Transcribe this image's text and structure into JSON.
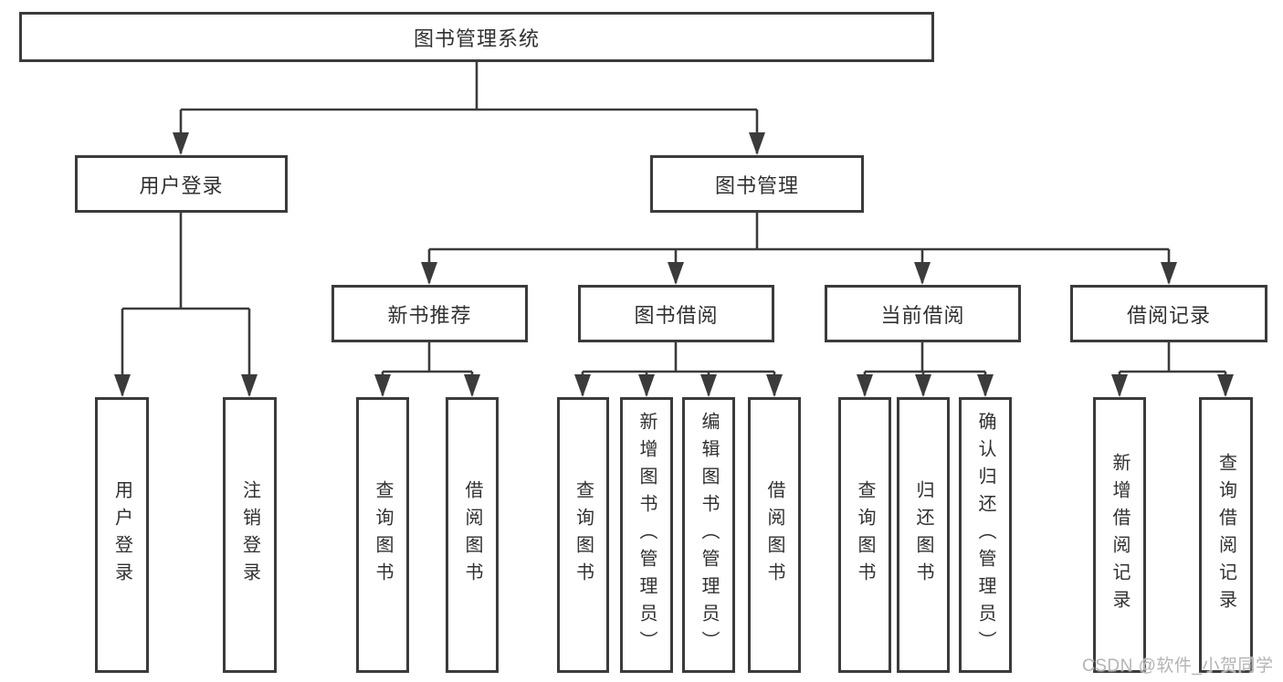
{
  "diagram": {
    "nodes": {
      "root": "图书管理系统",
      "user_login": "用户登录",
      "book_mgmt": "图书管理",
      "new_book_rec": "新书推荐",
      "book_borrow": "图书借阅",
      "current_borrow": "当前借阅",
      "borrow_record": "借阅记录",
      "leaf_user_login": "用户登录",
      "leaf_logout": "注销登录",
      "leaf_rec_query_books": "查询图书",
      "leaf_rec_borrow_books": "借阅图书",
      "leaf_bb_query_books": "查询图书",
      "leaf_bb_add_books": "新增图书（管理员）",
      "leaf_bb_edit_books": "编辑图书（管理员）",
      "leaf_bb_borrow_books": "借阅图书",
      "leaf_cb_query_books": "查询图书",
      "leaf_cb_return_books": "归还图书",
      "leaf_cb_confirm_return": "确认归还（管理员）",
      "leaf_br_add_record": "新增借阅记录",
      "leaf_br_query_record": "查询借阅记录"
    },
    "colors": {
      "line": "#3b3b3b",
      "text": "#303030",
      "watermark": "#b4b4b4"
    },
    "watermark": "CSDN @软件_小贺同学"
  }
}
